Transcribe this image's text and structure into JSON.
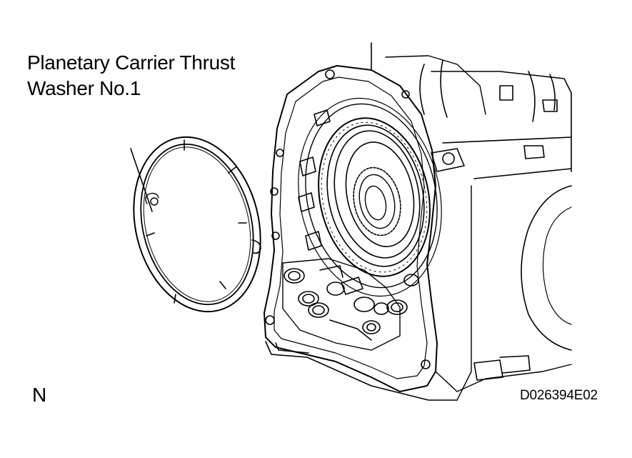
{
  "callout": {
    "line1": "Planetary Carrier Thrust",
    "line2": "Washer No.1"
  },
  "view_letter": "N",
  "figure_code": "D026394E02",
  "colors": {
    "ink": "#000000",
    "paper": "#ffffff"
  }
}
